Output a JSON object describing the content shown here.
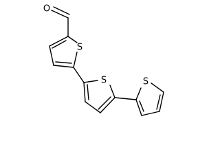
{
  "molecule": {
    "atoms": {
      "oxygen": {
        "symbol": "O"
      },
      "sulfur_1": {
        "symbol": "S"
      },
      "sulfur_2": {
        "symbol": "S"
      },
      "sulfur_3": {
        "symbol": "S"
      }
    },
    "colors": {
      "background": "#ffffff",
      "bond": "#000000",
      "label": "#000000"
    }
  }
}
